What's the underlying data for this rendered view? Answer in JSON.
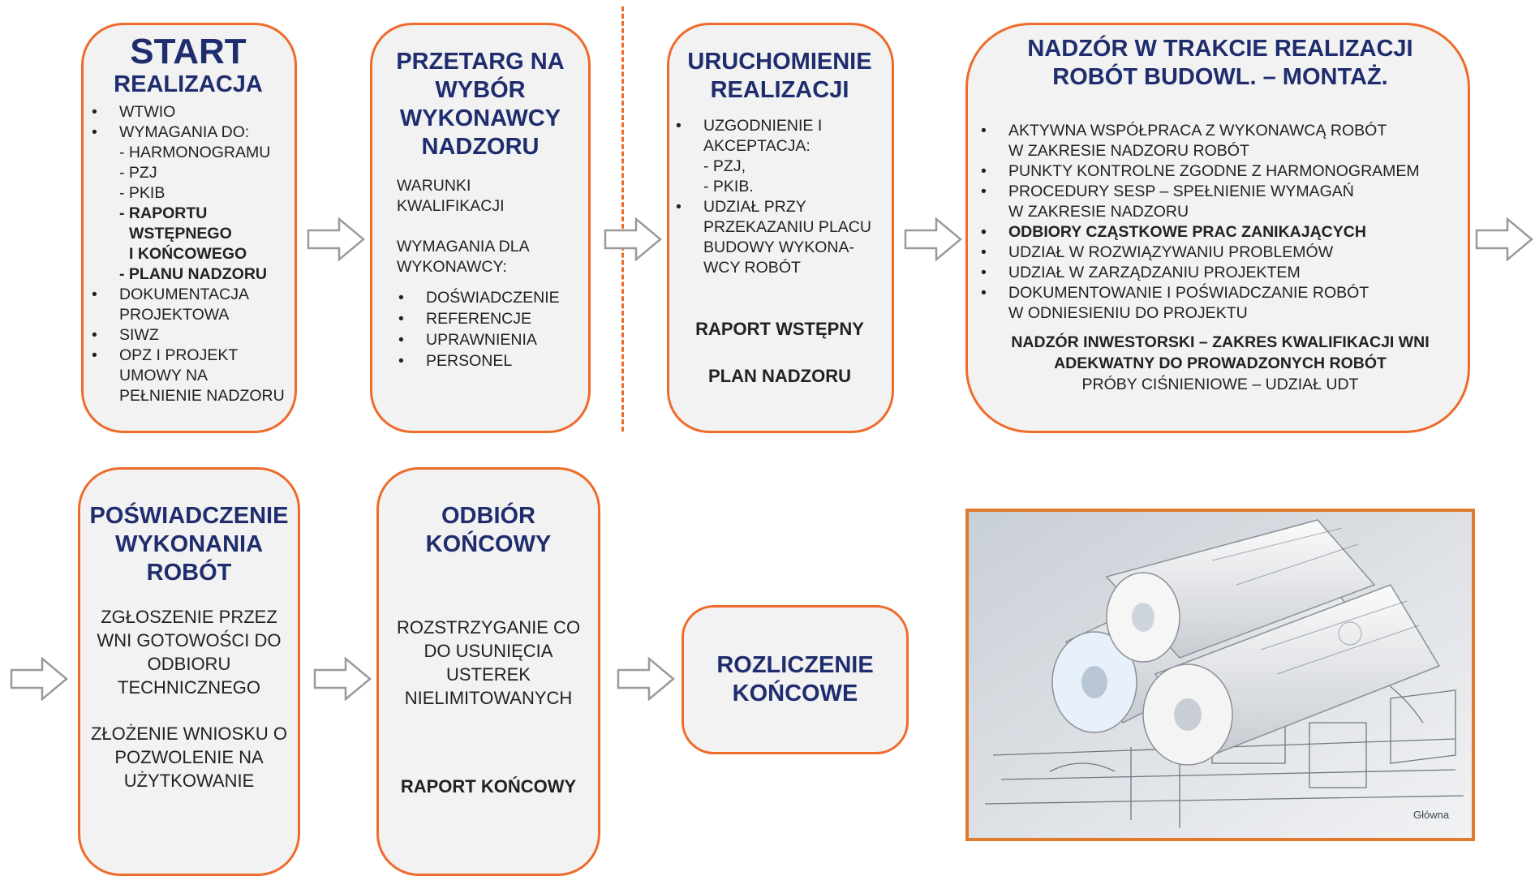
{
  "colors": {
    "accent": "#ee6b2b",
    "title": "#1f2d6e",
    "box_fill": "#f2f2f2",
    "arrow": "#9a9a9a"
  },
  "box1": {
    "title1": "START",
    "title2": "REALIZACJA",
    "items": {
      "wtwio": "WTWIO",
      "wymagania": "WYMAGANIA DO:",
      "sub_harm": "- HARMONOGRAMU",
      "sub_pzj": "- PZJ",
      "sub_pkib": "- PKIB",
      "sub_raport": "- RAPORTU",
      "sub_raport2": "WSTĘPNEGO",
      "sub_raport3": "I KOŃCOWEGO",
      "sub_plan": "- PLANU NADZORU",
      "dok": "DOKUMENTACJA PROJEKTOWA",
      "siwz": "SIWZ",
      "opz": "OPZ I PROJEKT UMOWY NA PEŁNIENIE NADZORU"
    }
  },
  "box2": {
    "title": "PRZETARG NA WYBÓR WYKONAWCY NADZORU",
    "warunki": "WARUNKI KWALIFIKACJI",
    "wymagania": "WYMAGANIA DLA WYKONAWCY:",
    "items": [
      "DOŚWIADCZENIE",
      "REFERENCJE",
      "UPRAWNIENIA",
      "PERSONEL"
    ]
  },
  "box3": {
    "title": "URUCHOMIENIE REALIZACJI",
    "item1": "UZGODNIENIE I AKCEPTACJA:",
    "sub1": "- PZJ,",
    "sub2": "- PKIB.",
    "item2": "UDZIAŁ PRZY PRZEKAZANIU PLACU BUDOWY WYKONA-WCY ROBÓT",
    "raport": "RAPORT WSTĘPNY",
    "plan": "PLAN NADZORU"
  },
  "box4": {
    "title1": "NADZÓR W TRAKCIE REALIZACJI",
    "title2": "ROBÓT BUDOWL. – MONTAŻ.",
    "items": [
      "AKTYWNA WSPÓŁPRACA Z WYKONAWCĄ ROBÓT",
      "W ZAKRESIE NADZORU ROBÓT",
      "PUNKTY KONTROLNE ZGODNE Z HARMONOGRAMEM",
      "PROCEDURY SESP – SPEŁNIENIE WYMAGAŃ",
      "W ZAKRESIE NADZORU",
      "ODBIORY CZĄSTKOWE PRAC ZANIKAJĄCYCH",
      "UDZIAŁ W ROZWIĄZYWANIU PROBLEMÓW",
      "UDZIAŁ W ZARZĄDZANIU PROJEKTEM",
      "DOKUMENTOWANIE I POŚWIADCZANIE ROBÓT",
      "W ODNIESIENIU DO PROJEKTU"
    ],
    "footer1": "NADZÓR INWESTORSKI – ZAKRES KWALIFIKACJI WNI",
    "footer2": "ADEKWATNY DO PROWADZONYCH ROBÓT",
    "footer3": "PRÓBY CIŚNIENIOWE – UDZIAŁ UDT"
  },
  "box5": {
    "title": "POŚWIADCZENIE WYKONANIA ROBÓT",
    "text1": "ZGŁOSZENIE PRZEZ WNI GOTOWOŚCI DO ODBIORU TECHNICZNEGO",
    "text2": "ZŁOŻENIE WNIOSKU O POZWOLENIE NA UŻYTKOWANIE"
  },
  "box6": {
    "title": "ODBIÓR KOŃCOWY",
    "text": "ROZSTRZYGANIE CO DO USUNIĘCIA USTEREK NIELIMITOWANYCH",
    "raport": "RAPORT KOŃCOWY"
  },
  "box7": {
    "title": "ROZLICZENIE KOŃCOWE"
  },
  "photo": {
    "text1": "Główna"
  }
}
